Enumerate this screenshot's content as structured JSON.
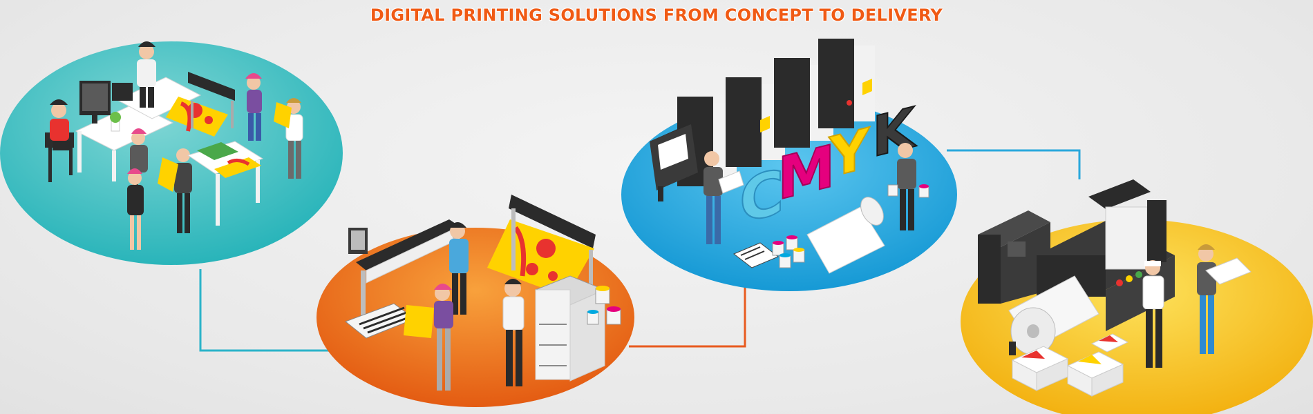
{
  "header": {
    "title": "DIGITAL PRINTING SOLUTIONS FROM CONCEPT TO DELIVERY"
  },
  "stages": [
    {
      "name": "design-studio",
      "color": "#2bbcc0",
      "color_light": "#7fd6d4"
    },
    {
      "name": "large-format-printing",
      "color": "#ec6a16",
      "color_light": "#f59a3a"
    },
    {
      "name": "offset-press",
      "color": "#1aa7de",
      "color_light": "#55c3ee"
    },
    {
      "name": "finishing-delivery",
      "color": "#f6b90f",
      "color_light": "#fbd34a"
    }
  ],
  "press_letters": [
    "C",
    "M",
    "Y",
    "K"
  ],
  "colors": {
    "title": "#f05a14",
    "connector_teal": "#2bb3c9",
    "connector_orange": "#e85a1e",
    "connector_blue": "#2aa8dc",
    "cyan": "#00a9e0",
    "magenta": "#e5007e",
    "yellow": "#ffd200",
    "key": "#3a3a3a"
  },
  "icons": {
    "desktop": "monitor-icon",
    "printer": "wide-format-printer-icon",
    "press": "offset-press-icon",
    "roll": "paper-roll-icon",
    "paint": "paint-bucket-icon"
  }
}
